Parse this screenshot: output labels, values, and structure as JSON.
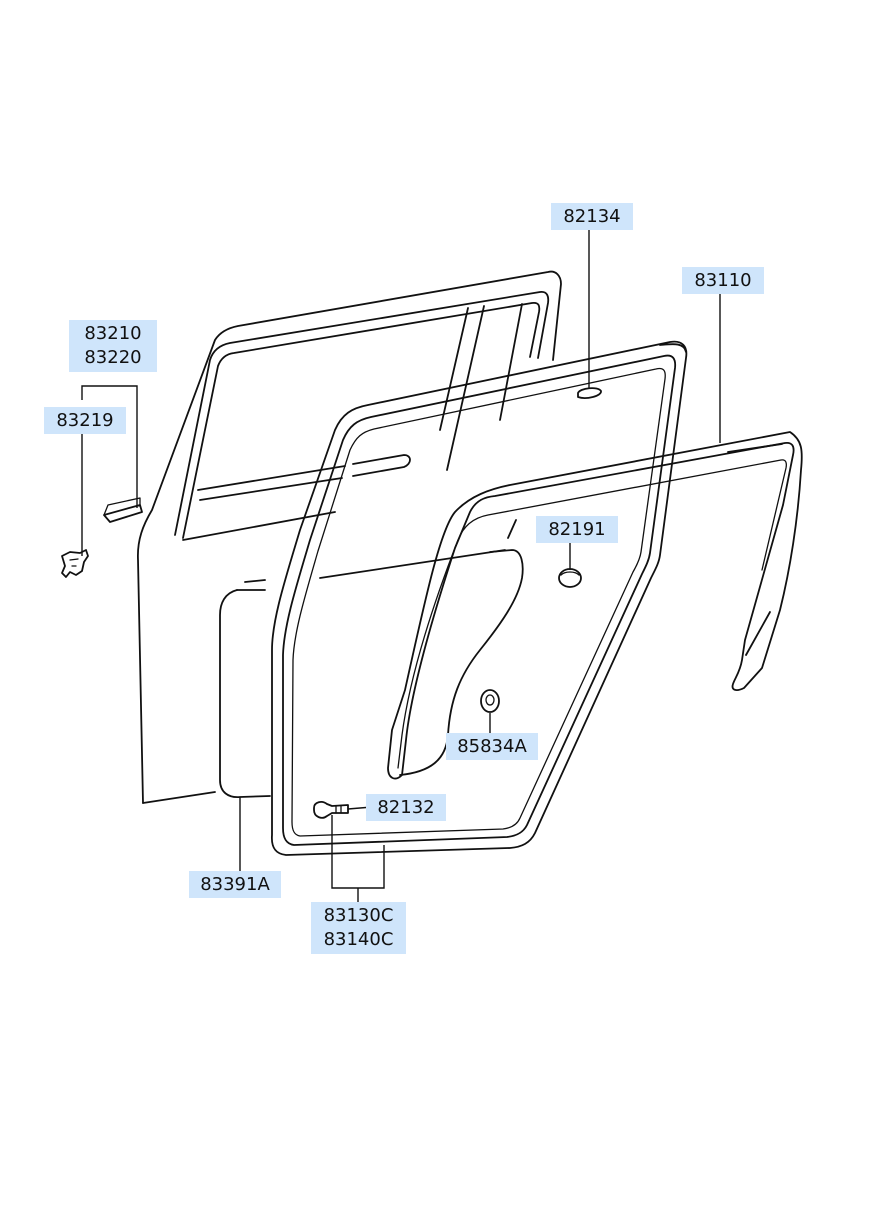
{
  "labels": {
    "p82134": "82134",
    "p83110": "83110",
    "p83210": "83210",
    "p83220": "83220",
    "p83219": "83219",
    "p82191": "82191",
    "p85834A": "85834A",
    "p82132": "82132",
    "p83391A": "83391A",
    "p83130C": "83130C",
    "p83140C": "83140C"
  },
  "colors": {
    "label_background": "#cfe5fb",
    "line": "#111111"
  }
}
